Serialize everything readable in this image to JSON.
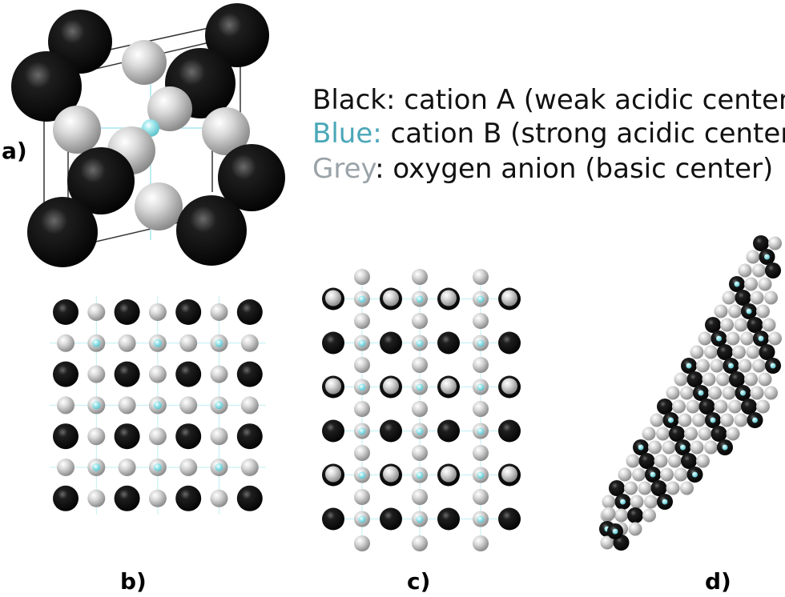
{
  "legend": {
    "black_label": "Black",
    "black_text": ": cation A (weak acidic center)",
    "blue_label": "Blue:",
    "blue_text": " cation B (strong acidic center)",
    "grey_label": "Grey",
    "grey_text": ": oxygen anion (basic center)"
  },
  "panels": {
    "a": "a)",
    "b": "b)",
    "c": "c)",
    "d": "d)"
  },
  "colors": {
    "cation_a": "#111111",
    "cation_b": "#7fd9e0",
    "oxygen": "#b5b5b5",
    "blue_text": "#4aa7b8",
    "grey_text": "#9aa3a8",
    "bond": "#a8e6ee"
  }
}
